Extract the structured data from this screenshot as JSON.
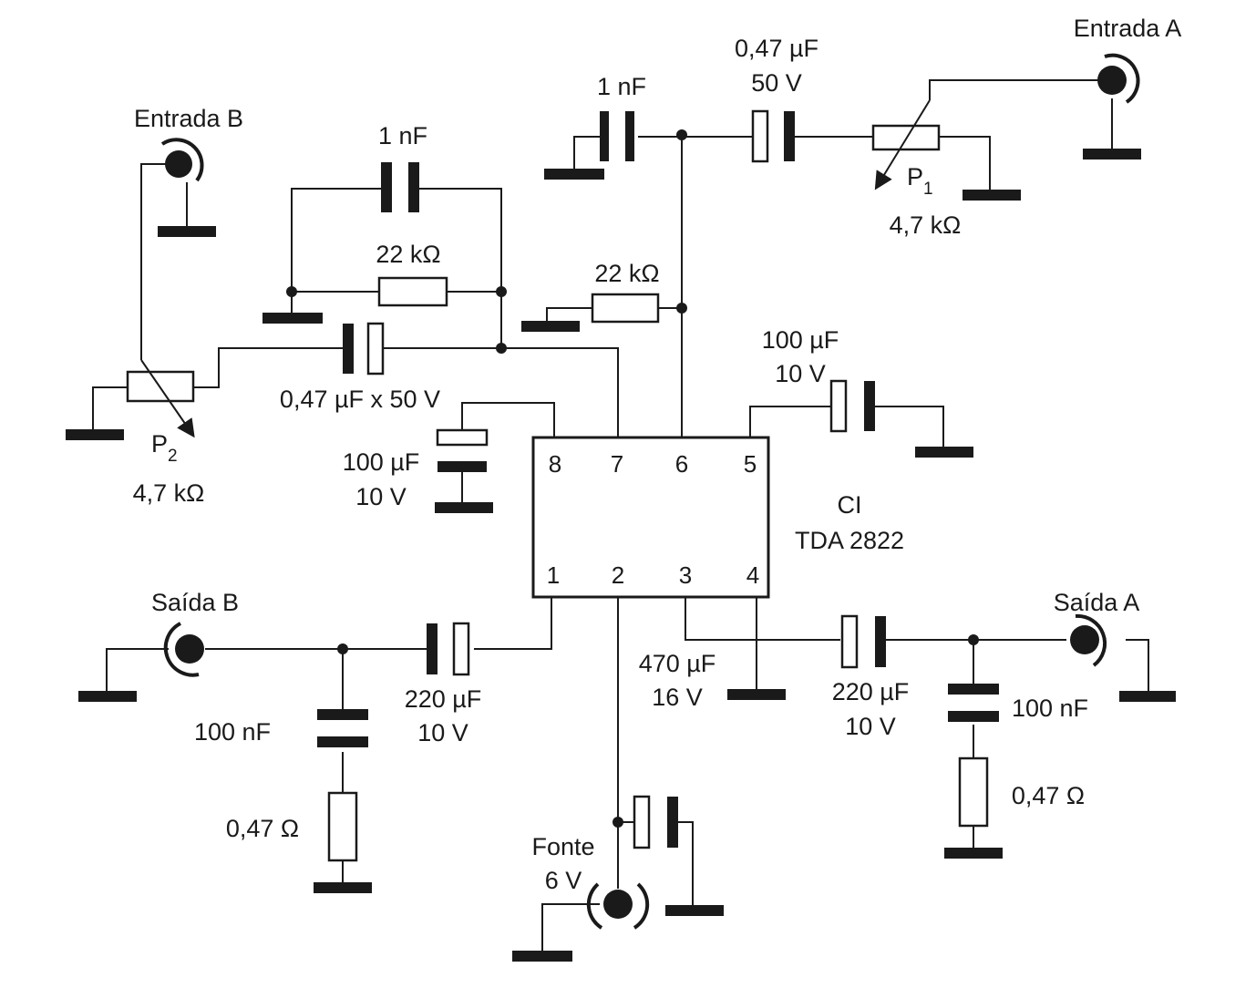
{
  "ic": {
    "ref": "CI",
    "part": "TDA 2822",
    "pins": [
      "1",
      "2",
      "3",
      "4",
      "5",
      "6",
      "7",
      "8"
    ]
  },
  "jacks": {
    "entrada_a": "Entrada A",
    "entrada_b": "Entrada B",
    "saida_a": "Saída A",
    "saida_b": "Saída B",
    "fonte": "Fonte",
    "fonte_v": "6 V"
  },
  "pots": {
    "p1": {
      "name": "P",
      "sub": "1",
      "value": "4,7 kΩ"
    },
    "p2": {
      "name": "P",
      "sub": "2",
      "value": "4,7 kΩ"
    }
  },
  "components": {
    "c_top_1nf": "1 nF",
    "c_in_a_val": "0,47 µF",
    "c_in_a_v": "50 V",
    "c_fb_1nf": "1 nF",
    "r_fb_22k": "22 kΩ",
    "r_22k_6": "22 kΩ",
    "c_in_b": "0,47 µF x 50 V",
    "c_pin8_val": "100 µF",
    "c_pin8_v": "10 V",
    "c_pin5_val": "100 µF",
    "c_pin5_v": "10 V",
    "c_out_b_val": "220 µF",
    "c_out_b_v": "10 V",
    "c_out_a_val": "220 µF",
    "c_out_a_v": "10 V",
    "c_supply_val": "470 µF",
    "c_supply_v": "16 V",
    "c_zobel_b": "100 nF",
    "r_zobel_b": "0,47 Ω",
    "c_zobel_a": "100 nF",
    "r_zobel_a": "0,47 Ω"
  }
}
